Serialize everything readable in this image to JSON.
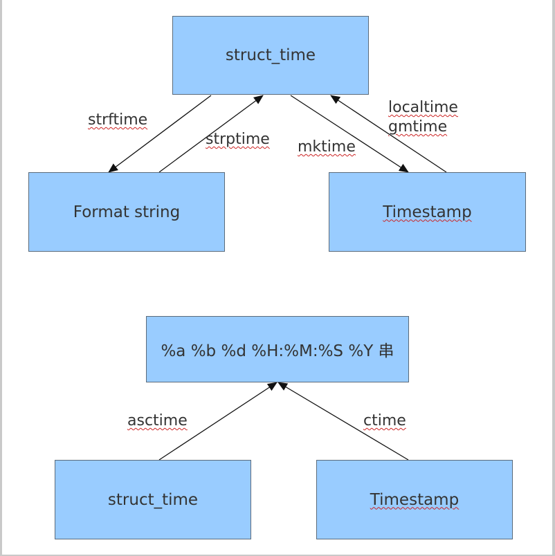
{
  "diagram_top": {
    "struct_time_box": "struct_time",
    "format_string_box": "Format string",
    "timestamp_box": "Timestamp",
    "edge_strftime": "strftime",
    "edge_strptime": "strptime",
    "edge_mktime": "mktime",
    "edge_localtime": "localtime",
    "edge_gmtime": "gmtime"
  },
  "diagram_bottom": {
    "format_box": "%a %b %d %H:%M:%S %Y 串",
    "struct_time_box": "struct_time",
    "timestamp_box": "Timestamp",
    "edge_asctime": "asctime",
    "edge_ctime": "ctime"
  },
  "colors": {
    "box_fill": "#99ccff",
    "box_border": "#5a6a7a",
    "text": "#333333",
    "spellcheck_underline": "#cc2222"
  }
}
